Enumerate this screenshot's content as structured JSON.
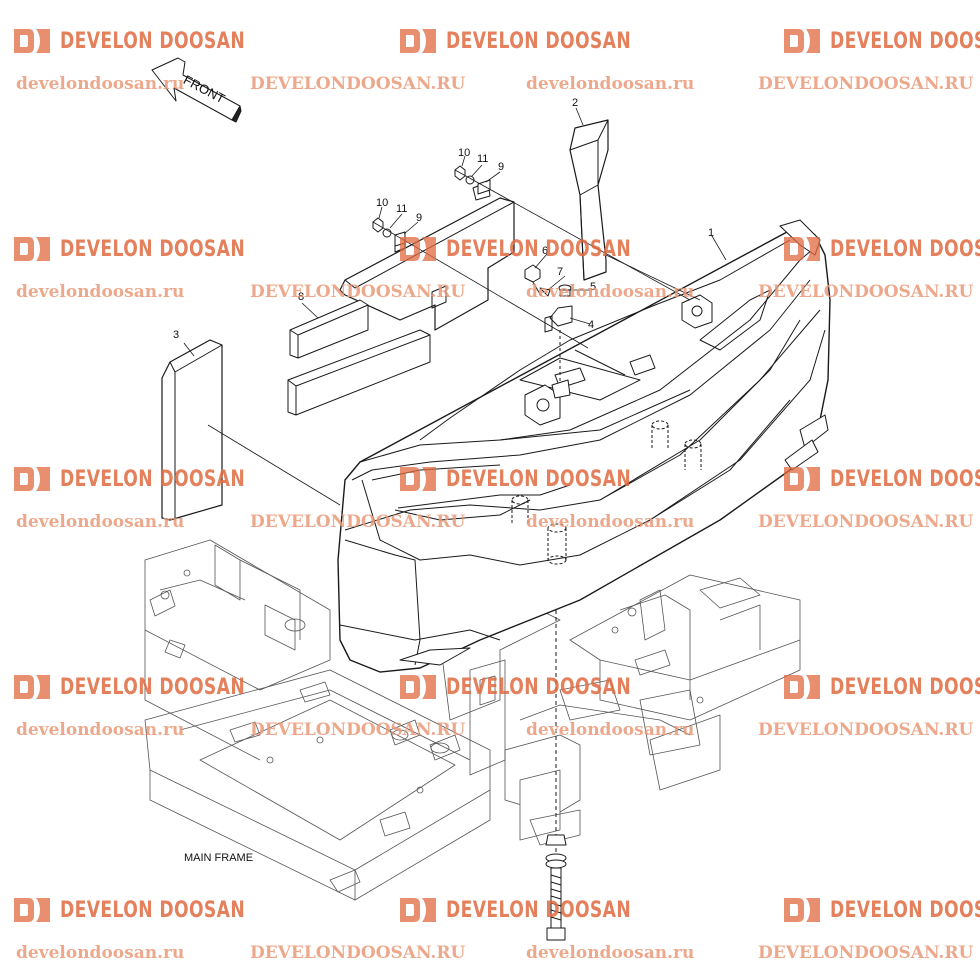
{
  "watermark": {
    "brand": "DEVELON DOOSAN",
    "urls": [
      "develondoosan.ru",
      "DEVELONDOOSAN.RU",
      "develondoosan.ru",
      "DEVELONDOOSAN.RU"
    ],
    "color": "#e06a40"
  },
  "direction_label": "FRONT",
  "main_frame_label": "MAIN FRAME",
  "callouts": [
    "1",
    "2",
    "3",
    "4",
    "5",
    "6",
    "7",
    "8",
    "9",
    "9",
    "10",
    "10",
    "11",
    "11"
  ]
}
